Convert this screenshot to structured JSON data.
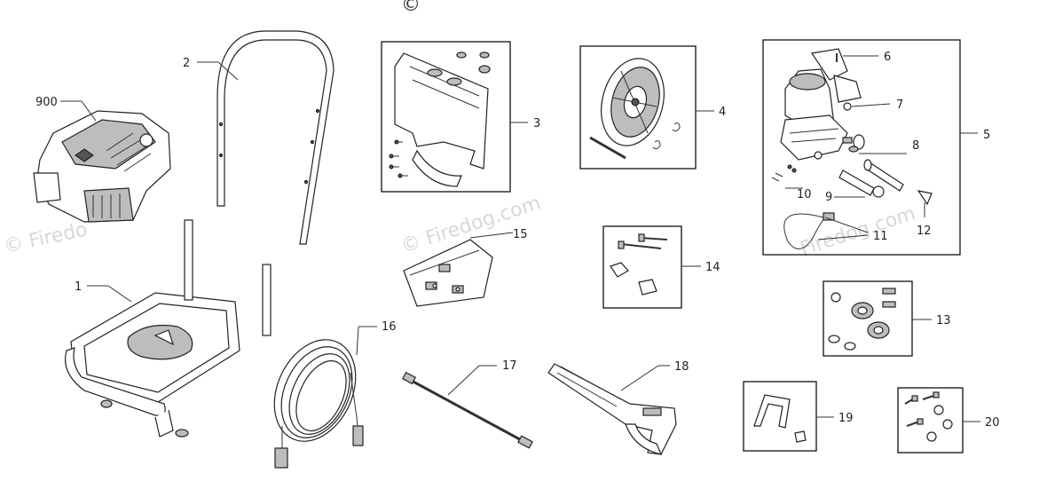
{
  "watermarks": {
    "main": "© Firedog.com",
    "left": "© Firedo",
    "right": "Firedog.com",
    "top": "©"
  },
  "callouts": {
    "p900": "900",
    "p1": "1",
    "p2": "2",
    "p3": "3",
    "p4": "4",
    "p5": "5",
    "p6": "6",
    "p7": "7",
    "p8": "8",
    "p9": "9",
    "p10": "10",
    "p11": "11",
    "p12": "12",
    "p13": "13",
    "p14": "14",
    "p15": "15",
    "p16": "16",
    "p17": "17",
    "p18": "18",
    "p19": "19",
    "p20": "20"
  }
}
